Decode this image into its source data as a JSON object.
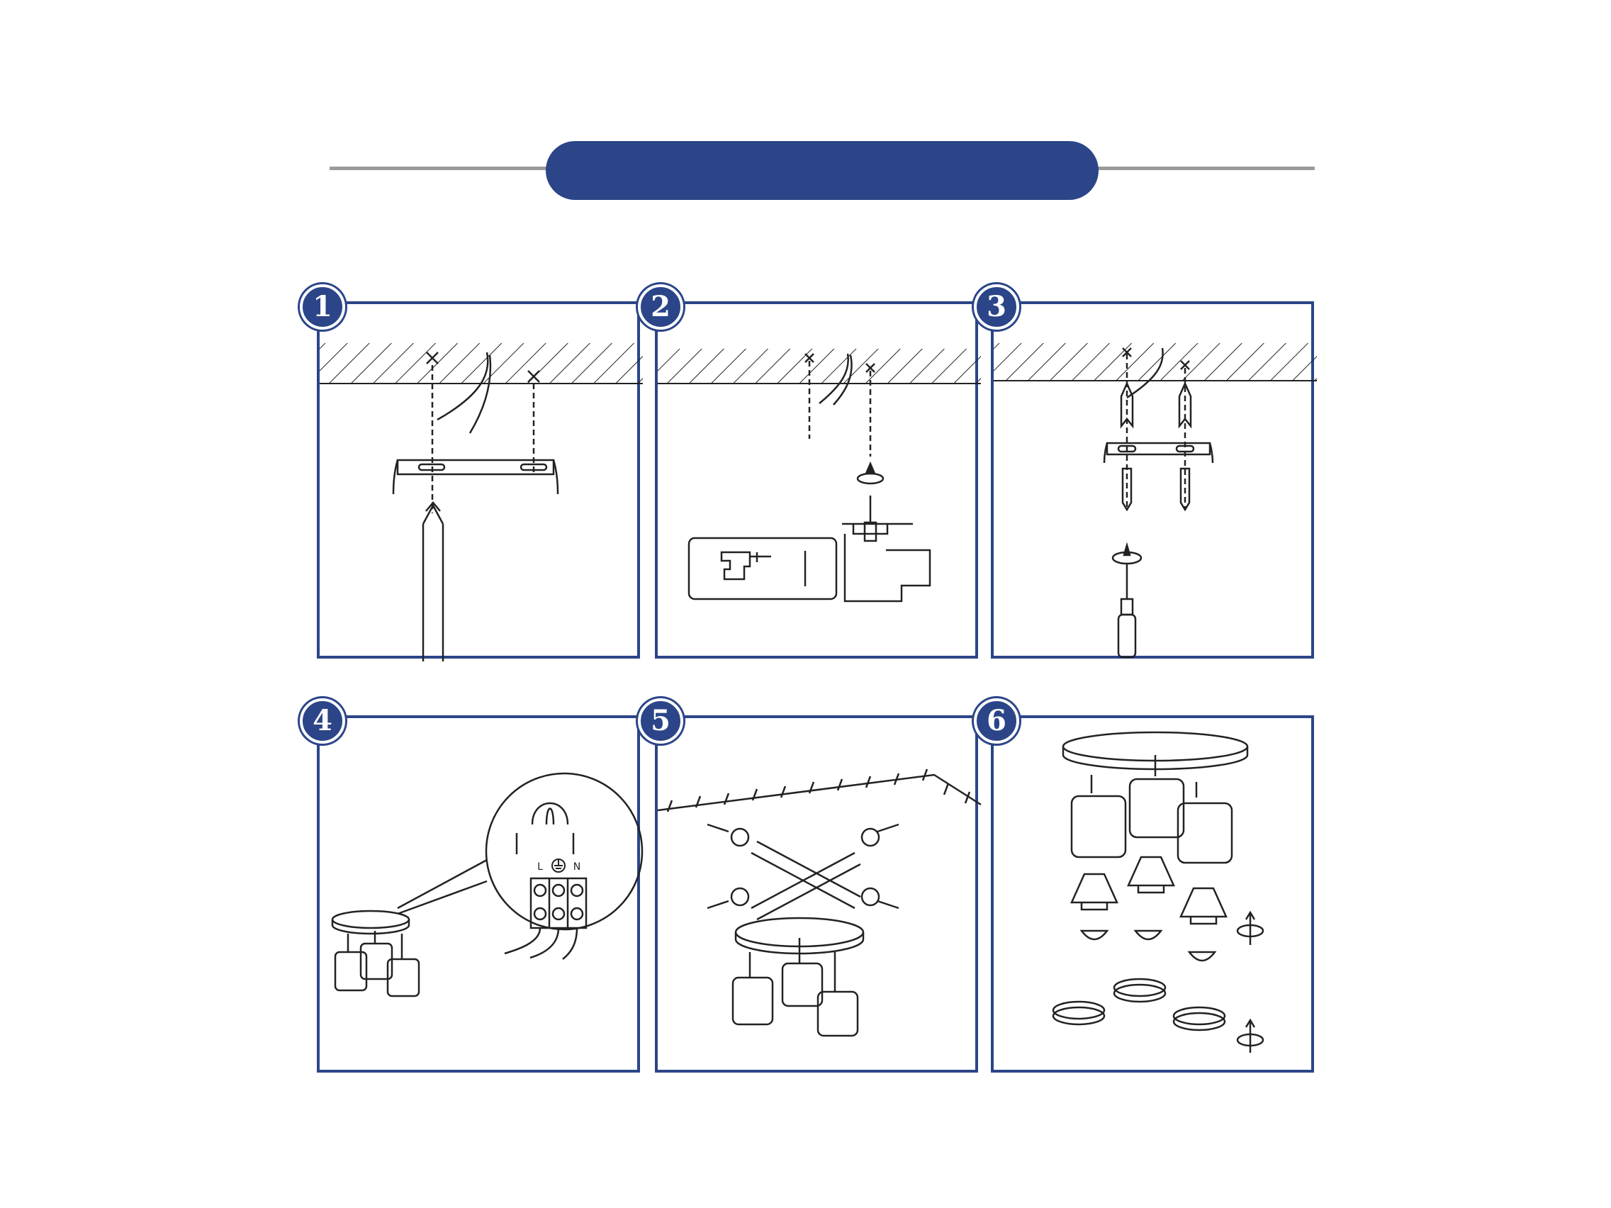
{
  "header": {
    "banner_color": "#2b4588",
    "rule_color": "#9b9b9b"
  },
  "steps": [
    {
      "number": "1",
      "illustration": "mark-drill-points-with-pencil"
    },
    {
      "number": "2",
      "illustration": "drill-holes"
    },
    {
      "number": "3",
      "illustration": "fix-bracket-with-screws"
    },
    {
      "number": "4",
      "illustration": "connect-wires"
    },
    {
      "number": "5",
      "illustration": "mount-fixture-to-bracket"
    },
    {
      "number": "6",
      "illustration": "install-bulbs-and-rings"
    }
  ],
  "wiring": {
    "label_live": "L",
    "label_neutral": "N"
  },
  "colors": {
    "accent": "#2b4588",
    "line": "#222222"
  }
}
